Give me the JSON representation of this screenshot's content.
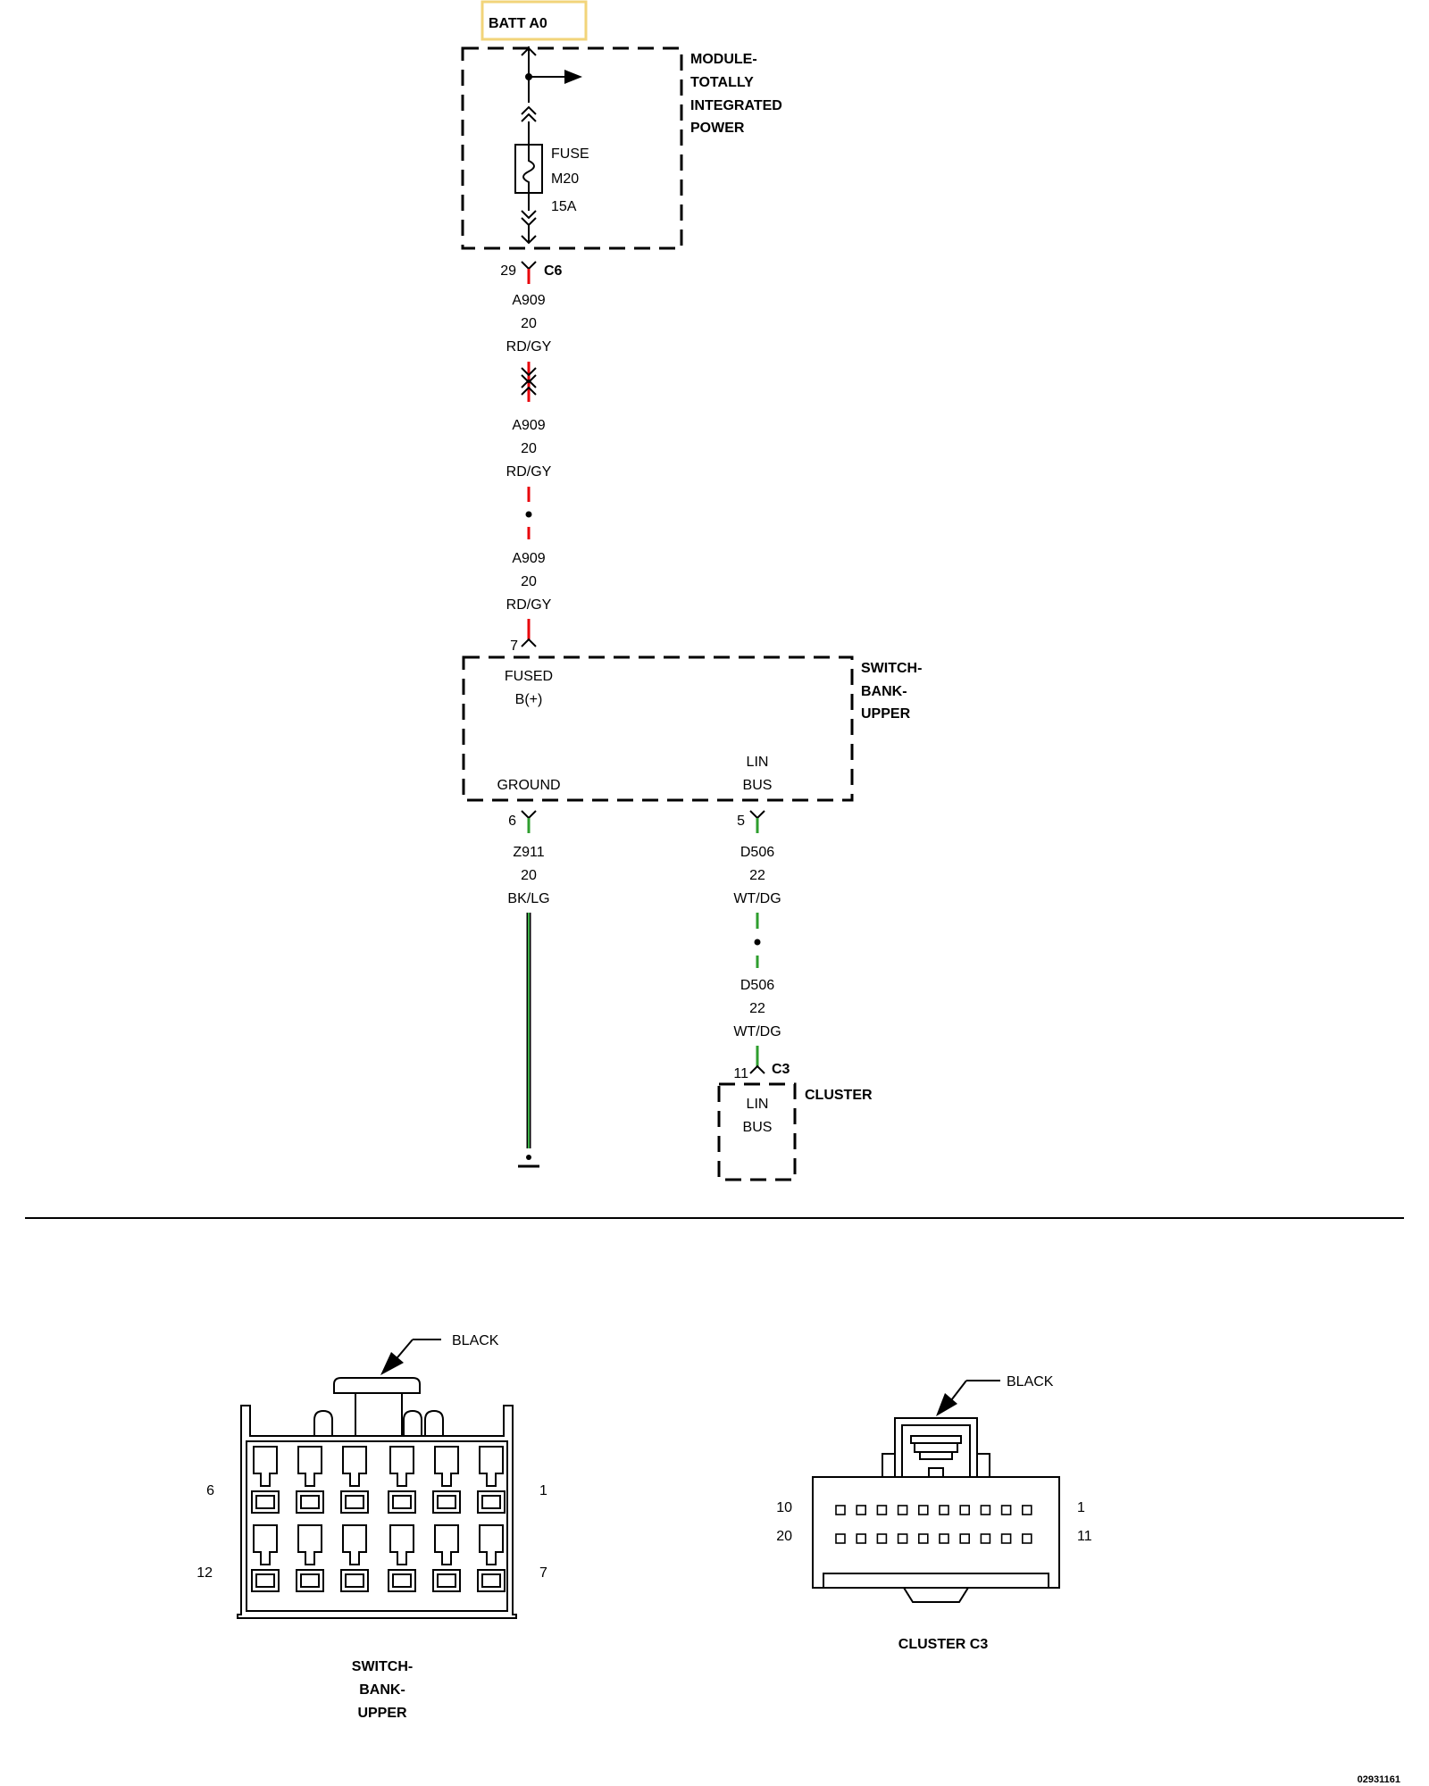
{
  "source": {
    "label": "BATT A0"
  },
  "module_tip": {
    "name": [
      "MODULE-",
      "TOTALLY",
      "INTEGRATED",
      "POWER"
    ],
    "fuse": [
      "FUSE",
      "M20",
      "15A"
    ]
  },
  "connector_c6": {
    "pin": "29",
    "name": "C6"
  },
  "wire_a909": {
    "circuit": "A909",
    "gauge": "20",
    "color": "RD/GY",
    "stroke_color": "#e8000a"
  },
  "switch_bank": {
    "pin_in": "7",
    "name": [
      "SWITCH-",
      "BANK-",
      "UPPER"
    ],
    "fused": [
      "FUSED",
      "B(+)"
    ],
    "ground_label": "GROUND",
    "lin": [
      "LIN",
      "BUS"
    ],
    "ground_pin": "6",
    "lin_pin": "5"
  },
  "wire_z911": {
    "circuit": "Z911",
    "gauge": "20",
    "color": "BK/LG"
  },
  "wire_d506": {
    "circuit": "D506",
    "gauge": "22",
    "color": "WT/DG",
    "stroke_color": "#2e9e2e"
  },
  "cluster": {
    "pin": "11",
    "connector": "C3",
    "name": "CLUSTER",
    "lin": [
      "LIN",
      "BUS"
    ]
  },
  "connector_views": {
    "switch_bank": {
      "color_label": "BLACK",
      "pin_labels": {
        "top_left": "6",
        "top_right": "1",
        "bottom_left": "12",
        "bottom_right": "7"
      },
      "title": [
        "SWITCH-",
        "BANK-",
        "UPPER"
      ]
    },
    "cluster_c3": {
      "color_label": "BLACK",
      "pin_labels": {
        "top_left": "10",
        "top_right": "1",
        "bottom_left": "20",
        "bottom_right": "11"
      },
      "title": "CLUSTER C3"
    }
  },
  "figure_id": "02931161"
}
